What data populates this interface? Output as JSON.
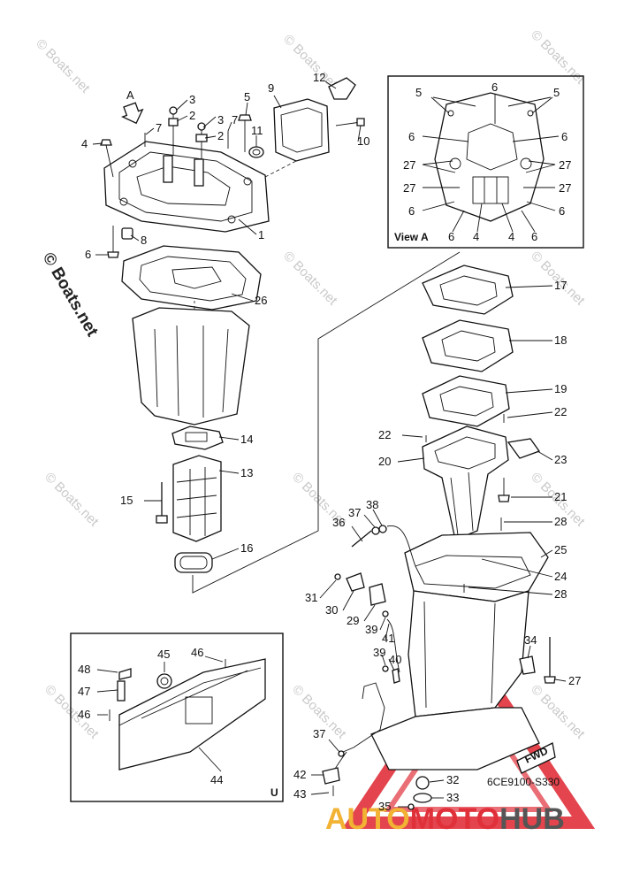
{
  "view_label": "View A",
  "arrow_label": "A",
  "u_label": "U",
  "fwd_label": "FWD",
  "diagram_code": "6CE9100-S330",
  "copyright": "© Boats.net",
  "watermark": "© Boats.net",
  "logo": {
    "auto": "AUTO",
    "moto": "MOTO",
    "hub": "HUB",
    "colors": {
      "auto": "#f2b233",
      "moto": "#e0303a",
      "hub": "#555555"
    }
  },
  "callouts": {
    "n1": "1",
    "n2a": "2",
    "n2b": "2",
    "n3a": "3",
    "n3b": "3",
    "n4": "4",
    "n5": "5",
    "n6": "6",
    "n7a": "7",
    "n7b": "7",
    "n8": "8",
    "n9": "9",
    "n10": "10",
    "n11": "11",
    "n12": "12",
    "n13": "13",
    "n14": "14",
    "n15": "15",
    "n16": "16",
    "n17": "17",
    "n18": "18",
    "n19": "19",
    "n20": "20",
    "n21": "21",
    "n22a": "22",
    "n22b": "22",
    "n23": "23",
    "n24": "24",
    "n25": "25",
    "n26": "26",
    "n27": "27",
    "n28a": "28",
    "n28b": "28",
    "n29": "29",
    "n30": "30",
    "n31": "31",
    "n32": "32",
    "n33": "33",
    "n34": "34",
    "n35": "35",
    "n36": "36",
    "n37a": "37",
    "n37b": "37",
    "n38": "38",
    "n39a": "39",
    "n39b": "39",
    "n40": "40",
    "n41": "41",
    "n42": "42",
    "n43": "43",
    "n44": "44",
    "n45": "45",
    "n46a": "46",
    "n46b": "46",
    "n47": "47",
    "n48": "48"
  },
  "view_a_callouts": {
    "v5a": "5",
    "v5b": "5",
    "v6top": "6",
    "v6l1": "6",
    "v6r1": "6",
    "v27l1": "27",
    "v27r1": "27",
    "v27l2": "27",
    "v27r2": "27",
    "v6l2": "6",
    "v6r2": "6",
    "v6b1": "6",
    "v4a": "4",
    "v4b": "4",
    "v6b2": "6"
  }
}
